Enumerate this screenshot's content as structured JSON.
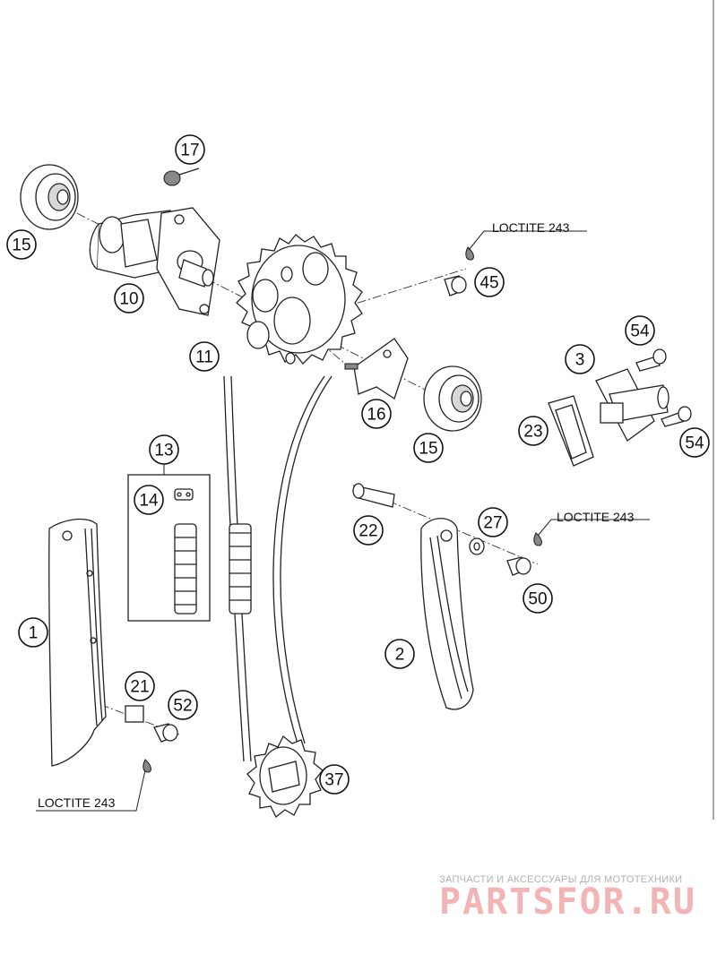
{
  "callouts": [
    "17",
    "15",
    "10",
    "11",
    "45",
    "3",
    "54",
    "16",
    "23",
    "15",
    "54",
    "13",
    "14",
    "22",
    "27",
    "50",
    "2",
    "1",
    "21",
    "52",
    "37"
  ],
  "notes": {
    "loctite_1": "LOCTITE 243",
    "loctite_2": "LOCTITE 243",
    "loctite_3": "LOCTITE 243"
  },
  "watermark": {
    "tagline": "ЗАПЧАСТИ И АКСЕССУАРЫ ДЛЯ МОТОТЕХНИКИ",
    "brand": "PARTSFOR.RU",
    "color": "#e07a7a"
  }
}
